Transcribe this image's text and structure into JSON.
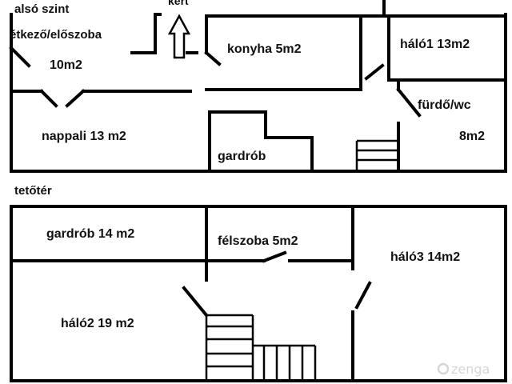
{
  "floors": {
    "ground": {
      "heading": "alsó szint",
      "entrance_label": "kert",
      "rooms": {
        "dining_hall": "étkező/előszoba",
        "dining_hall_area": "10m2",
        "kitchen": "konyha 5m2",
        "bedroom1": "háló1 13m2",
        "living": "nappali  13 m2",
        "bathroom": "fürdő/wc",
        "bathroom_area": "8m2",
        "wardrobe": "gardrób"
      }
    },
    "attic": {
      "heading": "tetőtér",
      "rooms": {
        "wardrobe": "gardrób 14 m2",
        "half_room": "félszoba 5m2",
        "bedroom3": "háló3 14m2",
        "bedroom2": "háló2 19 m2"
      }
    }
  },
  "watermark": "zenga",
  "colors": {
    "wall": "#000000",
    "text": "#111111",
    "watermark": "#d6d6d6"
  }
}
